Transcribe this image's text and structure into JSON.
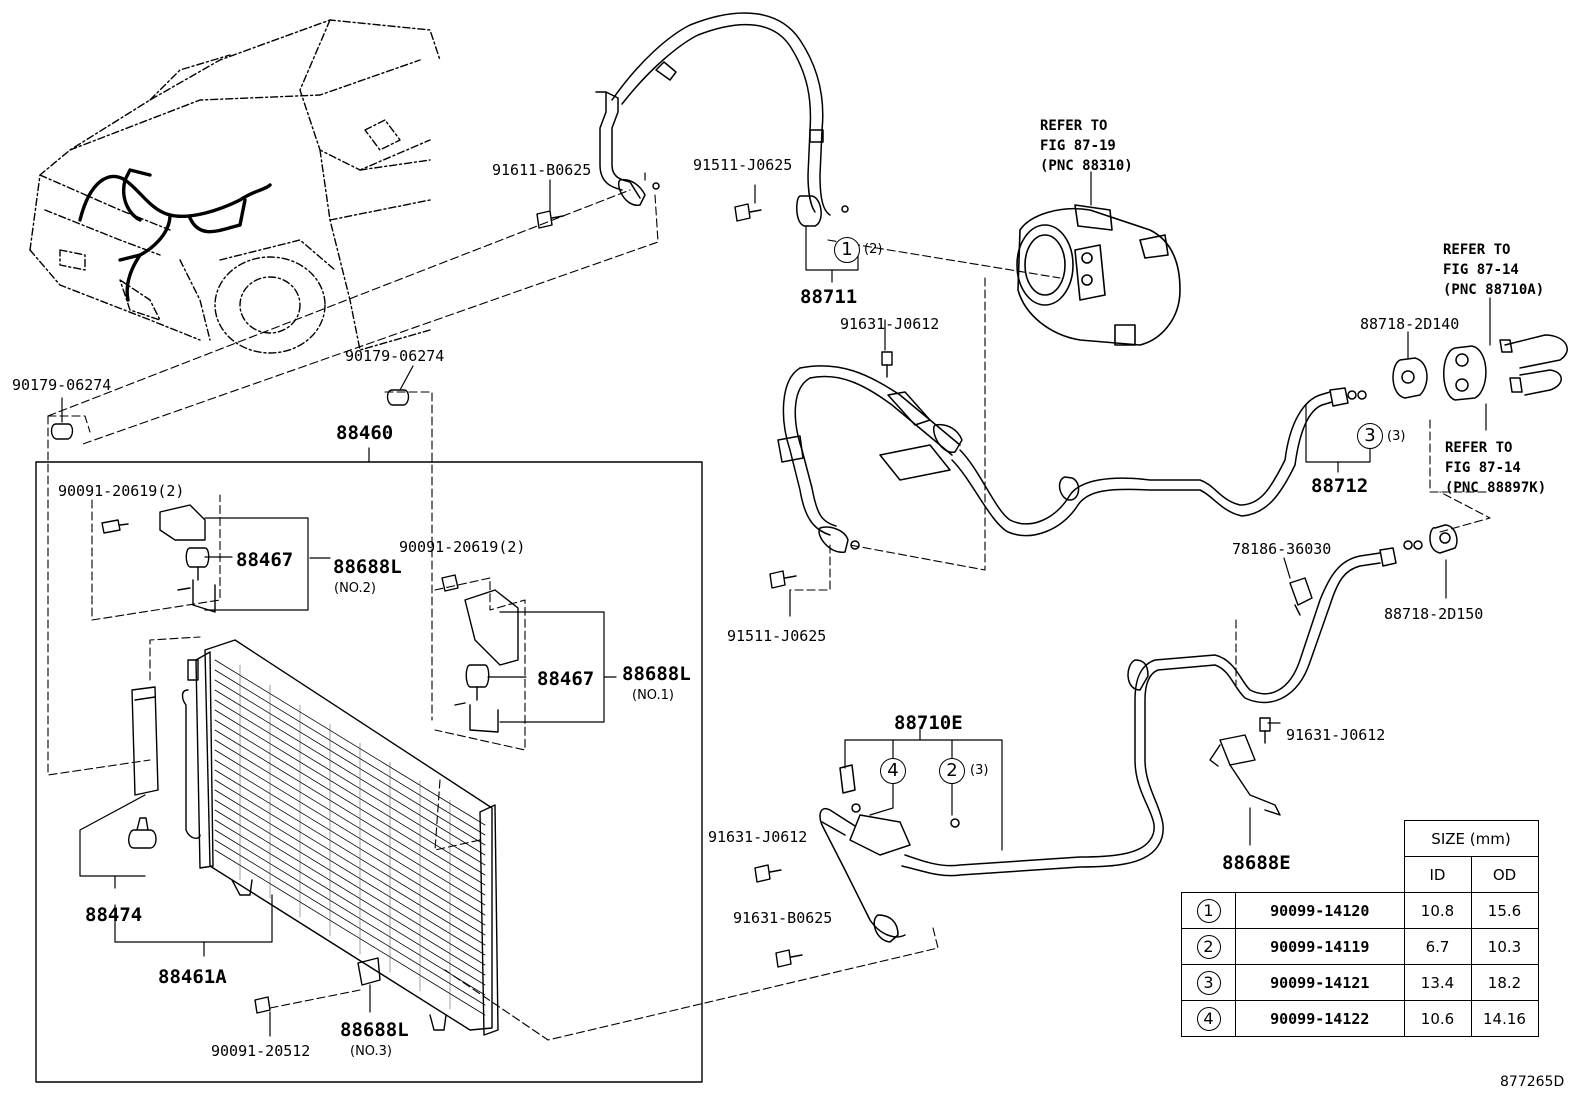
{
  "refs": {
    "compressor": [
      "REFER TO",
      "FIG 87-19",
      "(PNC 88310)"
    ],
    "cooling_unit_a": [
      "REFER TO",
      "FIG 87-14",
      "(PNC 88710A)"
    ],
    "cooling_unit_k": [
      "REFER TO",
      "FIG 87-14",
      "(PNC 88897K)"
    ]
  },
  "labels": {
    "p_91611_b0625": "91611-B0625",
    "p_91511_j0625_top": "91511-J0625",
    "p_88711": "88711",
    "p_91631_j0612_top": "91631-J0612",
    "p_88718_2d140": "88718-2D140",
    "p_88712": "88712",
    "p_78186_36030": "78186-36030",
    "p_88718_2d150": "88718-2D150",
    "p_91511_j0625_mid": "91511-J0625",
    "p_91631_j0612_right": "91631-J0612",
    "p_88688e": "88688E",
    "p_88710e": "88710E",
    "p_91631_j0612_low": "91631-J0612",
    "p_91631_b0625": "91631-B0625",
    "p_90179_06274_left": "90179-06274",
    "p_90179_06274_mid": "90179-06274",
    "p_88460": "88460",
    "p_90091_20619_a": "90091-20619(2)",
    "p_90091_20619_b": "90091-20619(2)",
    "p_88467_a": "88467",
    "p_88467_b": "88467",
    "p_88688l_a": "88688L",
    "p_88688l_a_note": "(NO.2)",
    "p_88688l_b": "88688L",
    "p_88688l_b_note": "(NO.1)",
    "p_88474": "88474",
    "p_88461a": "88461A",
    "p_90091_20512": "90091-20512",
    "p_88688l_c": "88688L",
    "p_88688l_c_note": "(NO.3)",
    "figure_id": "877265D"
  },
  "callouts": {
    "c1": "1",
    "c1_qty": "(2)",
    "c3": "3",
    "c3_qty": "(3)",
    "c4": "4",
    "c2": "2",
    "c2_qty": "(3)"
  },
  "size_table": {
    "header": "SIZE (mm)",
    "col_id": "ID",
    "col_od": "OD",
    "rows": [
      {
        "key": "1",
        "part": "90099-14120",
        "id": "10.8",
        "od": "15.6"
      },
      {
        "key": "2",
        "part": "90099-14119",
        "id": "6.7",
        "od": "10.3"
      },
      {
        "key": "3",
        "part": "90099-14121",
        "id": "13.4",
        "od": "18.2"
      },
      {
        "key": "4",
        "part": "90099-14122",
        "id": "10.6",
        "od": "14.16"
      }
    ]
  }
}
